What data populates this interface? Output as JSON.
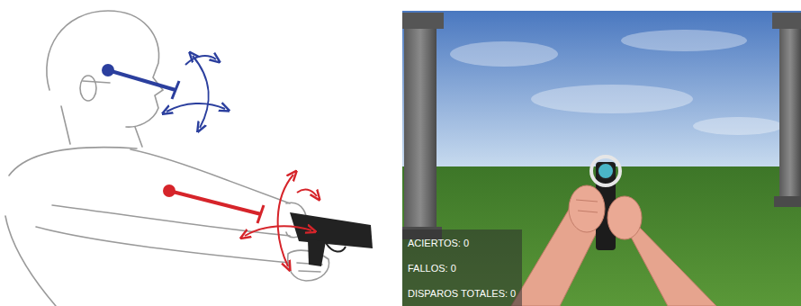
{
  "diagram": {
    "nodes": [
      {
        "text": [
          "ACIERTOS: 0",
          "FALLOS: 0",
          "DISPAROS TOTALES: 0"
        ]
      }
    ]
  }
}
